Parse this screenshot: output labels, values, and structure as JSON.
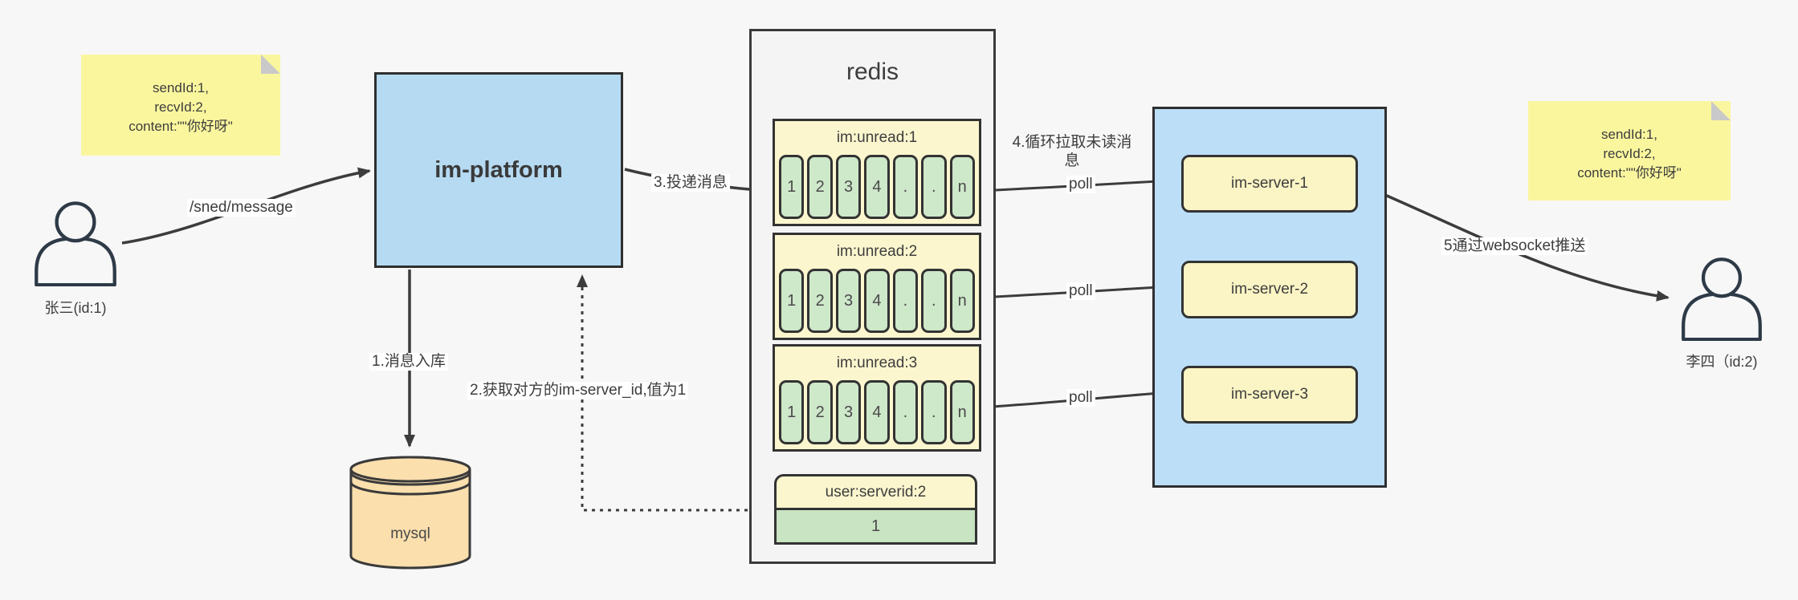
{
  "notes": {
    "left": {
      "lines": [
        "sendId:1,",
        "recvId:2,",
        "content:\"\"你好呀\""
      ]
    },
    "right": {
      "lines": [
        "sendId:1,",
        "recvId:2,",
        "content:\"\"你好呀\""
      ]
    }
  },
  "actors": {
    "sender": {
      "label": "张三(id:1)"
    },
    "receiver": {
      "label": "李四（id:2)"
    }
  },
  "platform": {
    "label": "im-platform"
  },
  "database": {
    "label": "mysql"
  },
  "redis": {
    "title": "redis",
    "queues": [
      {
        "header": "im:unread:1",
        "cells": [
          "1",
          "2",
          "3",
          "4",
          ".",
          ".",
          "n"
        ]
      },
      {
        "header": "im:unread:2",
        "cells": [
          "1",
          "2",
          "3",
          "4",
          ".",
          ".",
          "n"
        ]
      },
      {
        "header": "im:unread:3",
        "cells": [
          "1",
          "2",
          "3",
          "4",
          ".",
          ".",
          "n"
        ]
      }
    ],
    "kv": {
      "header": "user:serverid:2",
      "value": "1"
    }
  },
  "servers": {
    "items": [
      {
        "label": "im-server-1"
      },
      {
        "label": "im-server-2"
      },
      {
        "label": "im-server-3"
      }
    ]
  },
  "labels": {
    "send": "/sned/message",
    "step1": "1.消息入库",
    "step2": "2.获取对方的im-server_id,值为1",
    "step3": "3.投递消息",
    "step4": "4.循环拉取未读消息",
    "step5": "5通过websocket推送",
    "poll": "poll"
  },
  "colors": {
    "bg": "#F7F7F7",
    "text": "#3D3D3D",
    "border": "#333333",
    "arrow": "#3C3C3C",
    "note": "#FAF69E",
    "note-fold": "#C9C9C9",
    "platform-blue": "#B5DAF2",
    "panel-blue": "#BCDFF7",
    "server-yellow": "#FBF4C4",
    "queue-yellow": "#FCF6CE",
    "cell-green": "#CEE8CA",
    "kv-green": "#C8E4C2",
    "mysql": "#FBDFAD",
    "panel-gray": "#F4F4F4"
  }
}
